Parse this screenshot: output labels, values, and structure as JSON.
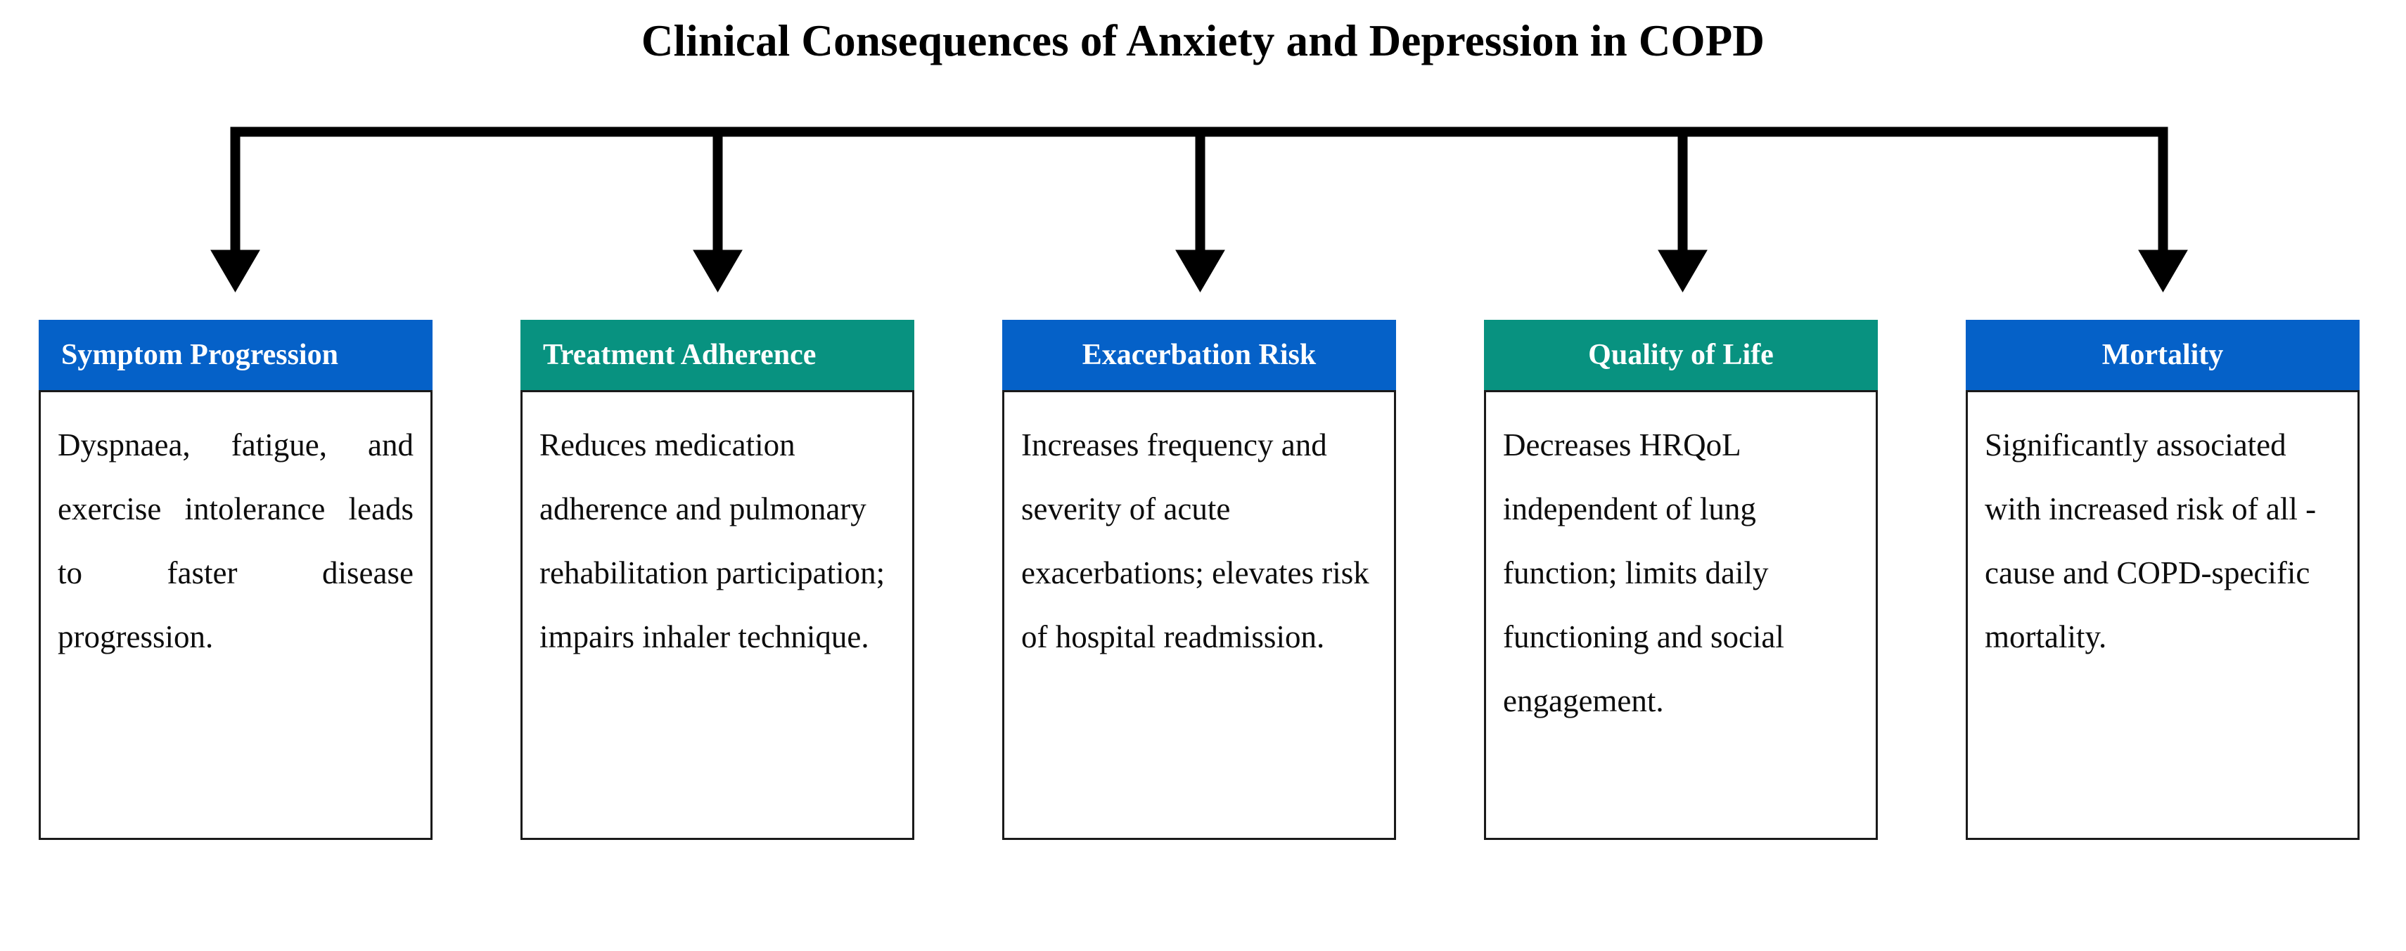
{
  "figure": {
    "title": "Clinical Consequences of Anxiety and Depression in COPD",
    "background_color": "#ffffff",
    "connector": {
      "type": "bracket-with-down-arrows",
      "stroke_color": "#000000",
      "arrow_count": 5
    },
    "colors": {
      "blue": "#0561C8",
      "teal": "#089280",
      "header_text": "#ffffff",
      "body_text": "#0d0d0d",
      "box_border": "#1a1a1a",
      "title_text": "#000000"
    }
  },
  "columns": [
    {
      "id": "symptom-progression",
      "header": "Symptom Progression",
      "header_color": "#0561C8",
      "header_align": "left",
      "body": " Dyspnaea, fatigue, and exercise intolerance leads to faster disease progression.",
      "body_align": "justify"
    },
    {
      "id": "treatment-adherence",
      "header": "Treatment Adherence",
      "header_color": "#089280",
      "header_align": "left",
      "body": "Reduces medication adherence and pulmonary rehabilitation participation; impairs inhaler technique.",
      "body_align": "left"
    },
    {
      "id": "exacerbation-risk",
      "header": "Exacerbation Risk",
      "header_color": "#0561C8",
      "header_align": "center",
      "body": "Increases frequency and severity of acute exacerbations; elevates risk of hospital readmission.",
      "body_align": "left"
    },
    {
      "id": "quality-of-life",
      "header": "Quality of Life",
      "header_color": "#089280",
      "header_align": "center",
      "body": "Decreases HRQoL independent of lung function; limits daily functioning and social engagement.",
      "body_align": "left"
    },
    {
      "id": "mortality",
      "header": "Mortality",
      "header_color": "#0561C8",
      "header_align": "center",
      "body": "Significantly associated with increased risk of all - cause and COPD-specific mortality.",
      "body_align": "left"
    }
  ]
}
